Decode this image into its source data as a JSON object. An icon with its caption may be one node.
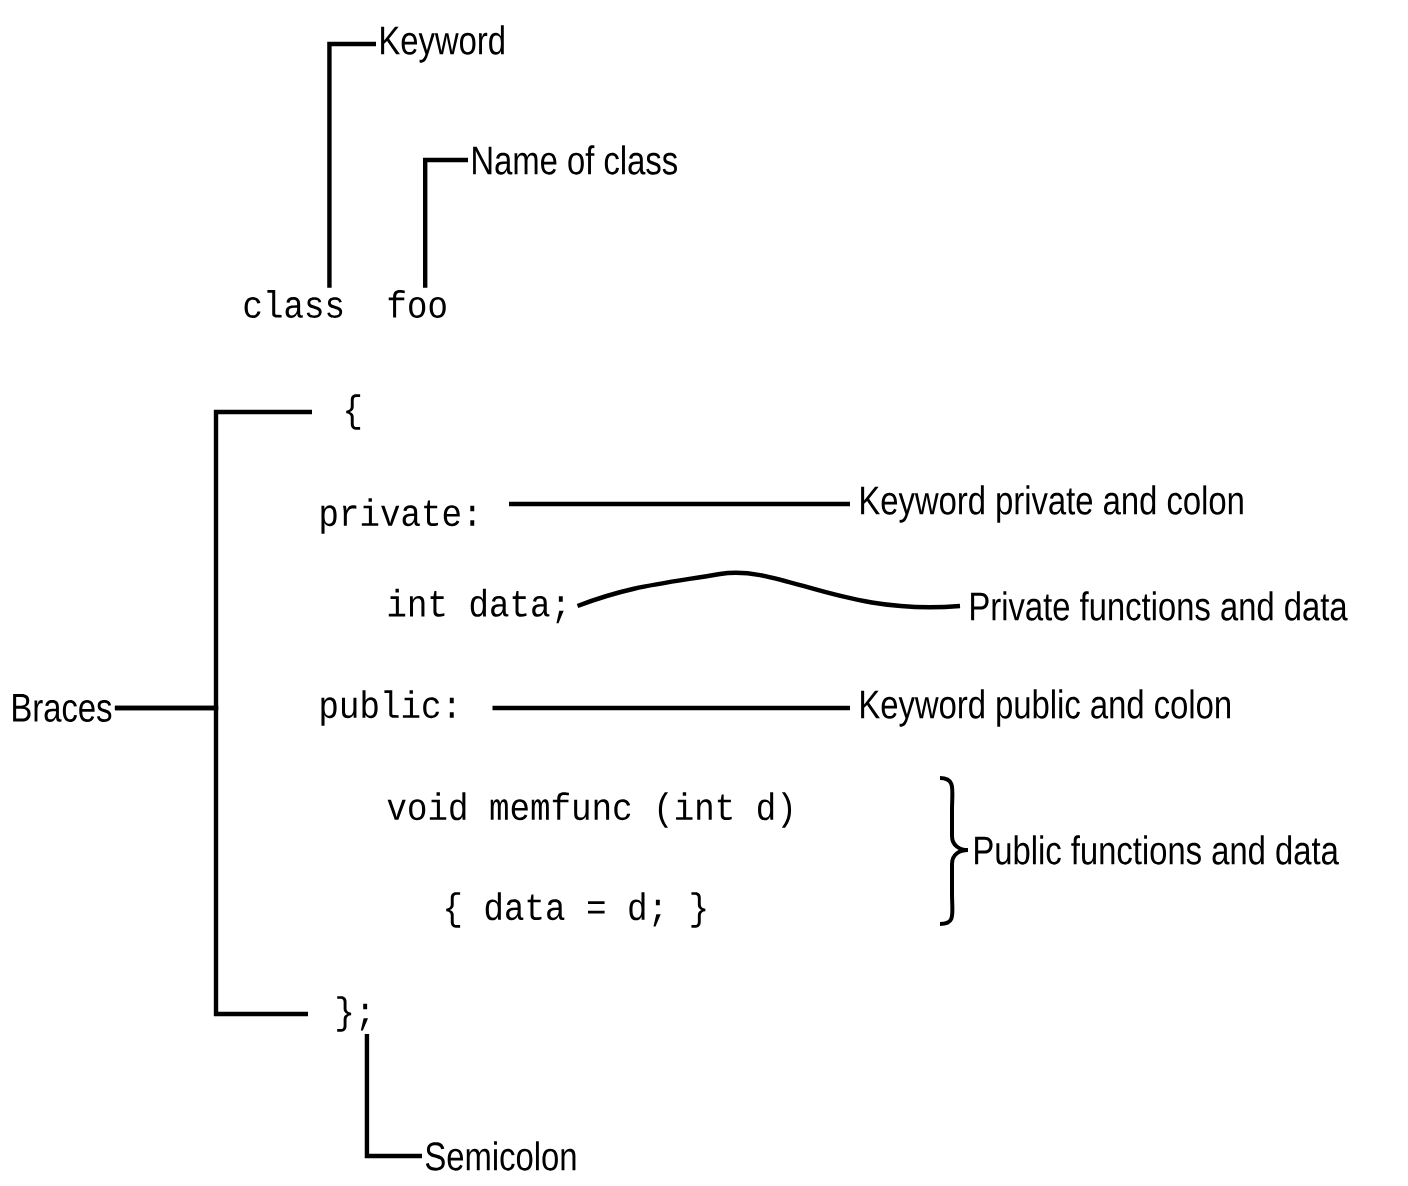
{
  "diagram": {
    "nodes": [
      {
        "text": [
          "Keyword"
        ]
      },
      {
        "text": [
          "Name of class"
        ]
      },
      {
        "text": [
          "class"
        ]
      },
      {
        "text": [
          "foo"
        ]
      },
      {
        "text": [
          "{"
        ]
      },
      {
        "text": [
          "private:"
        ]
      },
      {
        "text": [
          "Keyword private and colon"
        ]
      },
      {
        "text": [
          "int data;"
        ]
      },
      {
        "text": [
          "Private functions and data"
        ]
      },
      {
        "text": [
          "Braces"
        ]
      },
      {
        "text": [
          "public:"
        ]
      },
      {
        "text": [
          "Keyword public and colon"
        ]
      },
      {
        "text": [
          "};"
        ]
      },
      {
        "text": [
          "Semicolon"
        ]
      }
    ],
    "edges": [
      {
        "from": 0,
        "to": 2,
        "arrow": "none"
      },
      {
        "from": 1,
        "to": 3,
        "arrow": "none"
      },
      {
        "from": 6,
        "to": 5,
        "arrow": "none"
      },
      {
        "from": 8,
        "to": 7,
        "arrow": "none"
      },
      {
        "from": 9,
        "to": 4,
        "arrow": "none"
      },
      {
        "from": 9,
        "to": 12,
        "arrow": "none"
      },
      {
        "from": 11,
        "to": 10,
        "arrow": "none"
      },
      {
        "from": 13,
        "to": 12,
        "arrow": "none"
      }
    ],
    "labels": [
      "void memfunc (int d)",
      "Public functions and data",
      "{ data = d; }"
    ]
  }
}
